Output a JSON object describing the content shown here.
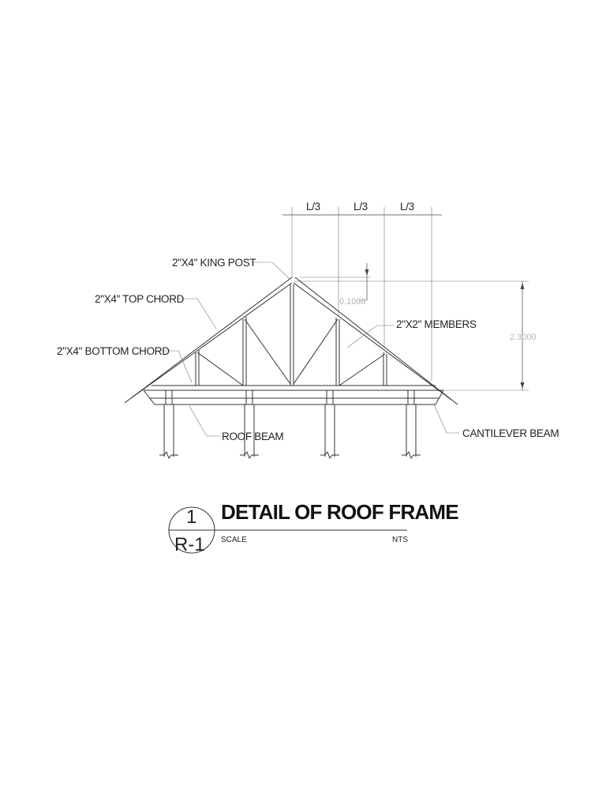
{
  "dimensions": {
    "third_labels": [
      "L/3",
      "L/3",
      "L/3"
    ],
    "king_post_offset": "0.1086",
    "truss_height": "2.3000"
  },
  "callouts": {
    "king_post": "2\"X4\" KING POST",
    "top_chord": "2\"X4\" TOP CHORD",
    "bottom_chord": "2\"X4\" BOTTOM CHORD",
    "members": "2\"X2\" MEMBERS",
    "roof_beam": "ROOF BEAM",
    "cantilever_beam": "CANTILEVER BEAM"
  },
  "title_block": {
    "detail_number": "1",
    "sheet_number": "R-1",
    "title": "DETAIL OF ROOF FRAME",
    "scale_label": "SCALE",
    "scale_value": "NTS"
  }
}
